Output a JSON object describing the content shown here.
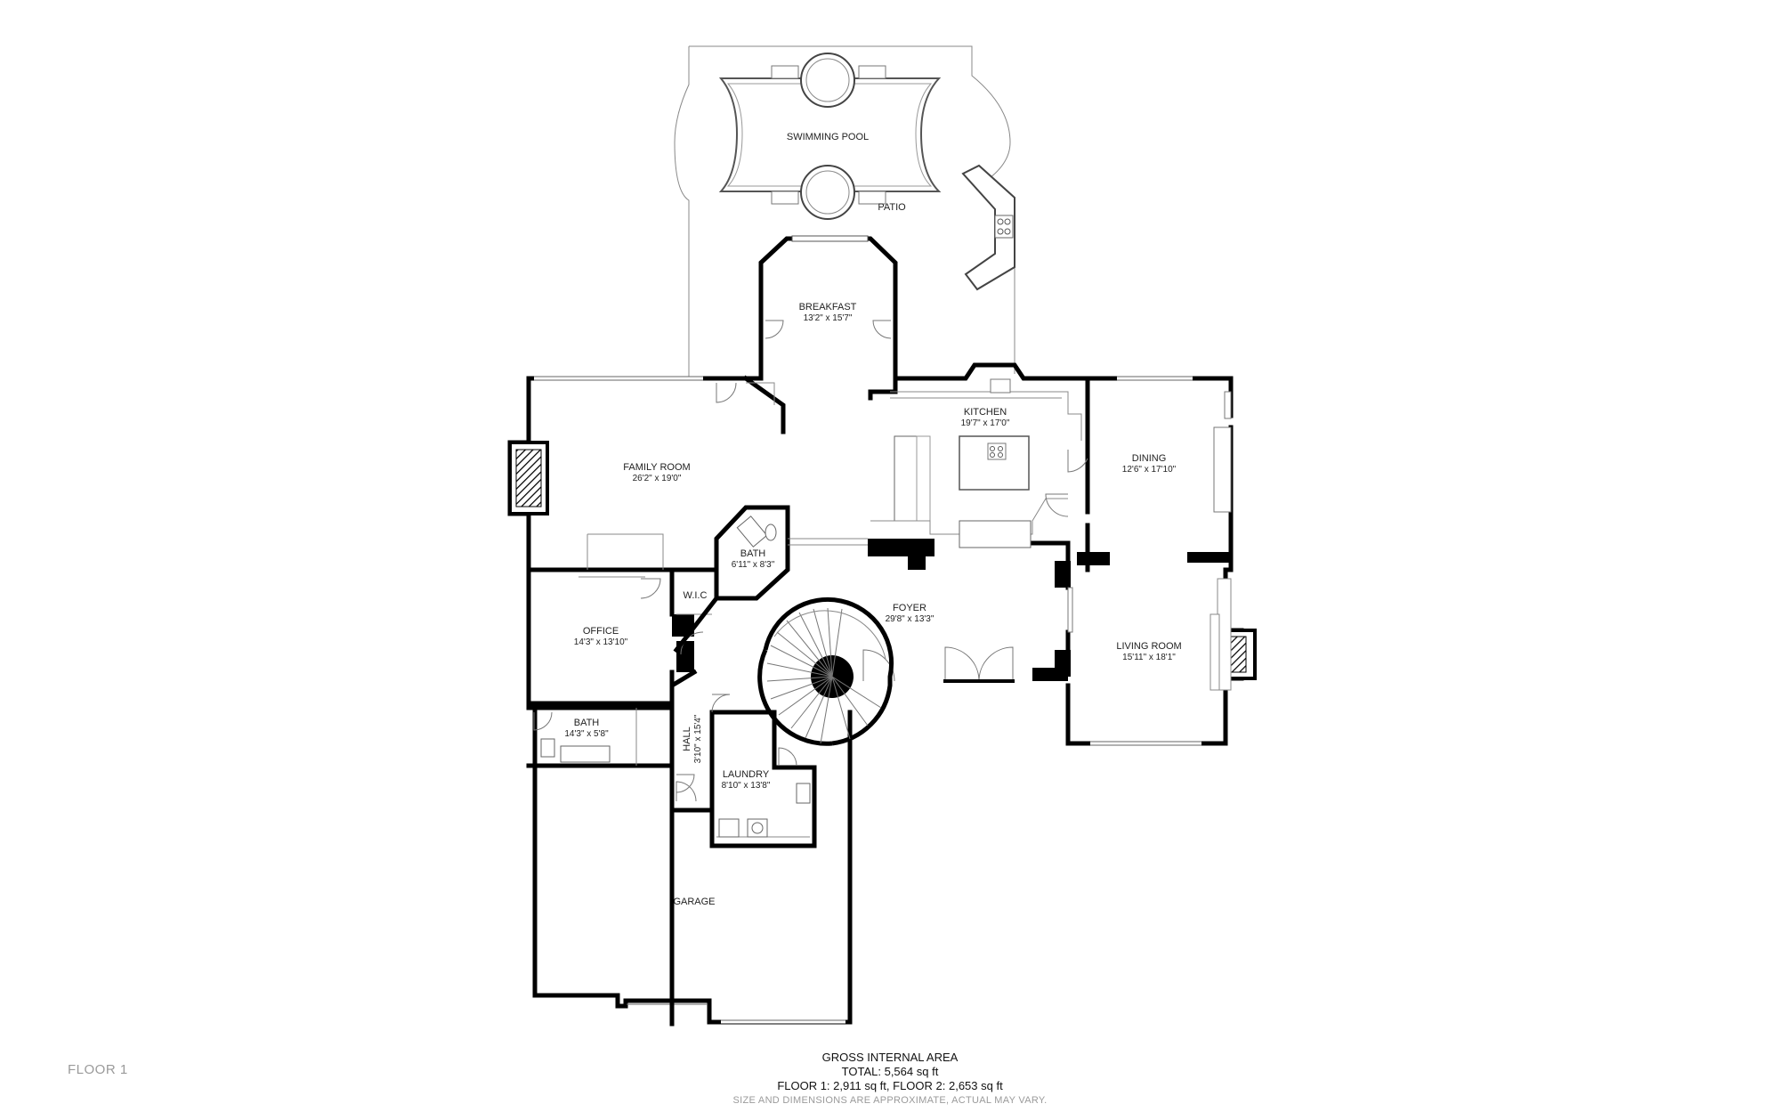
{
  "floor_label": "FLOOR 1",
  "rooms": {
    "swimming_pool": {
      "name": "SWIMMING POOL"
    },
    "patio": {
      "name": "PATIO"
    },
    "breakfast": {
      "name": "BREAKFAST",
      "dims": "13'2\" x 15'7\""
    },
    "kitchen": {
      "name": "KITCHEN",
      "dims": "19'7\" x 17'0\""
    },
    "family_room": {
      "name": "FAMILY ROOM",
      "dims": "26'2\" x 19'0\""
    },
    "dining": {
      "name": "DINING",
      "dims": "12'6\" x 17'10\""
    },
    "bath_1": {
      "name": "BATH",
      "dims": "6'11\" x 8'3\""
    },
    "wic": {
      "name": "W.I.C"
    },
    "foyer": {
      "name": "FOYER",
      "dims": "29'8\" x 13'3\""
    },
    "office": {
      "name": "OFFICE",
      "dims": "14'3\" x 13'10\""
    },
    "living_room": {
      "name": "LIVING ROOM",
      "dims": "15'11\" x 18'1\""
    },
    "bath_2": {
      "name": "BATH",
      "dims": "14'3\" x 5'8\""
    },
    "hall": {
      "name": "HALL",
      "dims": "3'10\" x 15'4\""
    },
    "laundry": {
      "name": "LAUNDRY",
      "dims": "8'10\" x 13'8\""
    },
    "garage": {
      "name": "GARAGE"
    }
  },
  "area": {
    "title": "GROSS INTERNAL AREA",
    "total": "TOTAL: 5,564 sq ft",
    "floors": "FLOOR 1: 2,911 sq ft, FLOOR 2: 2,653 sq ft",
    "disclaimer": "SIZE AND DIMENSIONS ARE APPROXIMATE, ACTUAL MAY VARY."
  }
}
